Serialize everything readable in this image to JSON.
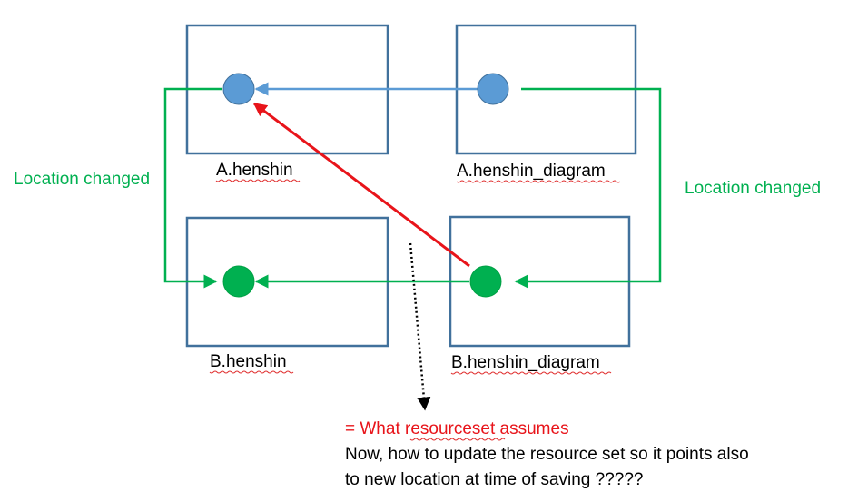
{
  "colors": {
    "box_border": "#41719c",
    "blue_node": "#5b9bd5",
    "green_node": "#00b050",
    "green_line": "#00b050",
    "blue_line": "#5b9bd5",
    "red_arrow": "#e8141a",
    "red_text": "#e8141a",
    "dotted_arrow": "#000000"
  },
  "boxes": {
    "a_henshin": {
      "label": "A.henshin"
    },
    "a_henshin_diagram": {
      "label": "A.henshin_diagram"
    },
    "b_henshin": {
      "label": "B.henshin"
    },
    "b_henshin_diagram": {
      "label": "B.henshin_diagram"
    }
  },
  "annotations": {
    "left_location_changed": "Location changed",
    "right_location_changed": "Location changed"
  },
  "note": {
    "line1": "= What resourceset assumes",
    "line2": "Now, how to update the resource set so it points also",
    "line3": "to new location at time of saving ?????"
  }
}
